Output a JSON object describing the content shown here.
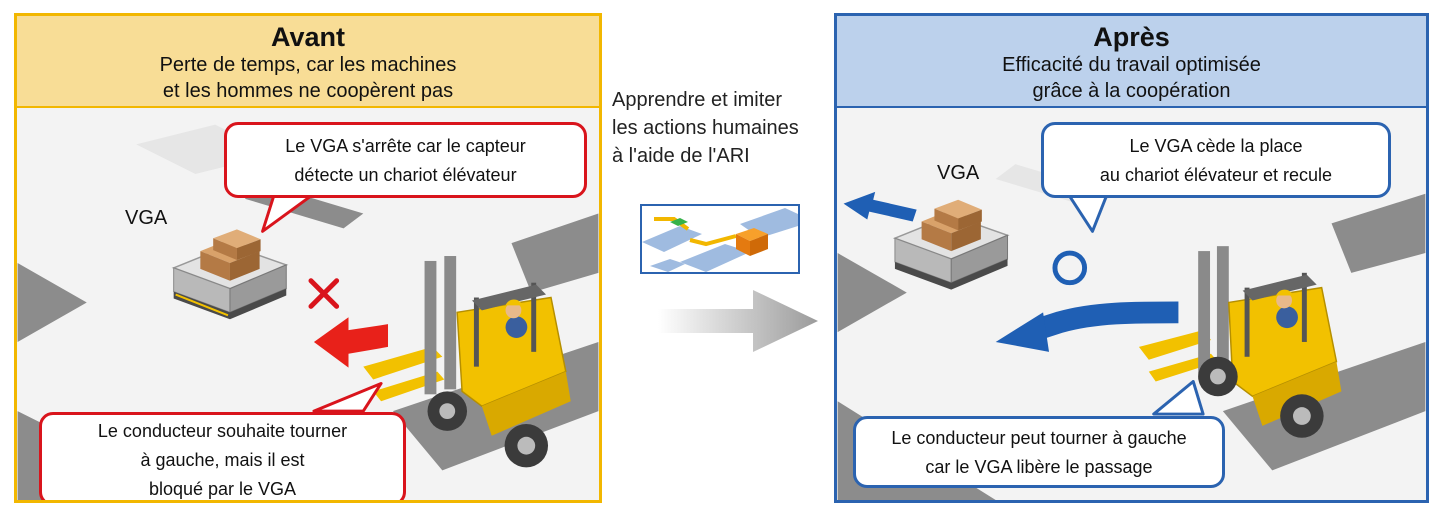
{
  "before": {
    "title": "Avant",
    "subtitle_lines": [
      "Perte de temps, car les machines",
      "et les hommes ne coopèrent pas"
    ],
    "vehicle_label": "VGA",
    "bubble_top_lines": [
      "Le VGA s'arrête car le capteur",
      "détecte un chariot élévateur"
    ],
    "bubble_bottom_lines": [
      "Le conducteur souhaite tourner",
      "à gauche, mais il est",
      "bloqué par le VGA"
    ],
    "colors": {
      "border": "#f2b700",
      "header": "#f8dd96",
      "accent": "#d9141c"
    }
  },
  "middle": {
    "text_lines": [
      "Apprendre et imiter",
      "les actions humaines",
      "à l'aide de l'ARI"
    ]
  },
  "after": {
    "title": "Après",
    "subtitle_lines": [
      "Efficacité du travail optimisée",
      "grâce à la coopération"
    ],
    "vehicle_label": "VGA",
    "bubble_top_lines": [
      "Le VGA cède la place",
      "au chariot élévateur et recule"
    ],
    "bubble_bottom_lines": [
      "Le conducteur peut tourner à gauche",
      "car le VGA libère le passage"
    ],
    "colors": {
      "border": "#2b63b0",
      "header": "#bcd1ec",
      "accent": "#1f5fb4"
    }
  },
  "icons": [
    "cross-mark-icon",
    "circle-mark-icon",
    "arrow-icon",
    "forklift-icon",
    "agv-icon",
    "map-icon"
  ]
}
